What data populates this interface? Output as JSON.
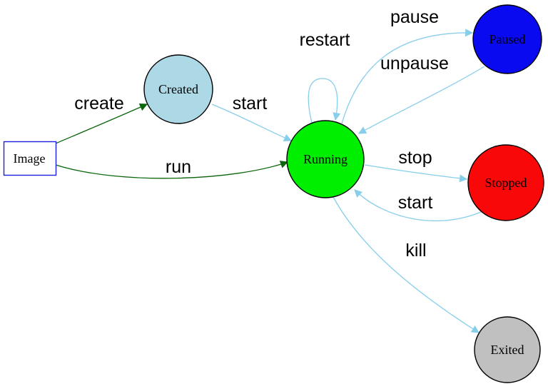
{
  "diagram": {
    "background": "#ffffff",
    "label_color": "#000000",
    "arrow_colors": {
      "dark_green": "#0b660b",
      "light_blue": "#87ceeb"
    },
    "nodes": [
      {
        "id": "image",
        "label": "Image",
        "shape": "rectangle",
        "fill": "#ffffff",
        "stroke": "#2020e0",
        "text_color": "#000000"
      },
      {
        "id": "created",
        "label": "Created",
        "shape": "circle",
        "fill": "#add8e6",
        "stroke": "#000000",
        "text_color": "#000000"
      },
      {
        "id": "running",
        "label": "Running",
        "shape": "circle",
        "fill": "#00ee00",
        "stroke": "#000000",
        "text_color": "#000000"
      },
      {
        "id": "paused",
        "label": "Paused",
        "shape": "circle",
        "fill": "#0a0af0",
        "stroke": "#000000",
        "text_color": "#000000"
      },
      {
        "id": "stopped",
        "label": "Stopped",
        "shape": "circle",
        "fill": "#f80808",
        "stroke": "#000000",
        "text_color": "#000000"
      },
      {
        "id": "exited",
        "label": "Exited",
        "shape": "circle",
        "fill": "#c0c0c0",
        "stroke": "#000000",
        "text_color": "#000000"
      }
    ],
    "edges": [
      {
        "from": "Image",
        "to": "Created",
        "label": "create",
        "color": "#0b660b"
      },
      {
        "from": "Image",
        "to": "Running",
        "label": "run",
        "color": "#0b660b"
      },
      {
        "from": "Created",
        "to": "Running",
        "label": "start",
        "color": "#87ceeb"
      },
      {
        "from": "Running",
        "to": "Running",
        "label": "restart",
        "color": "#87ceeb"
      },
      {
        "from": "Running",
        "to": "Paused",
        "label": "pause",
        "color": "#87ceeb"
      },
      {
        "from": "Paused",
        "to": "Running",
        "label": "unpause",
        "color": "#87ceeb"
      },
      {
        "from": "Running",
        "to": "Stopped",
        "label": "stop",
        "color": "#87ceeb"
      },
      {
        "from": "Stopped",
        "to": "Running",
        "label": "start",
        "color": "#87ceeb"
      },
      {
        "from": "Running",
        "to": "Exited",
        "label": "kill",
        "color": "#87ceeb"
      }
    ]
  }
}
